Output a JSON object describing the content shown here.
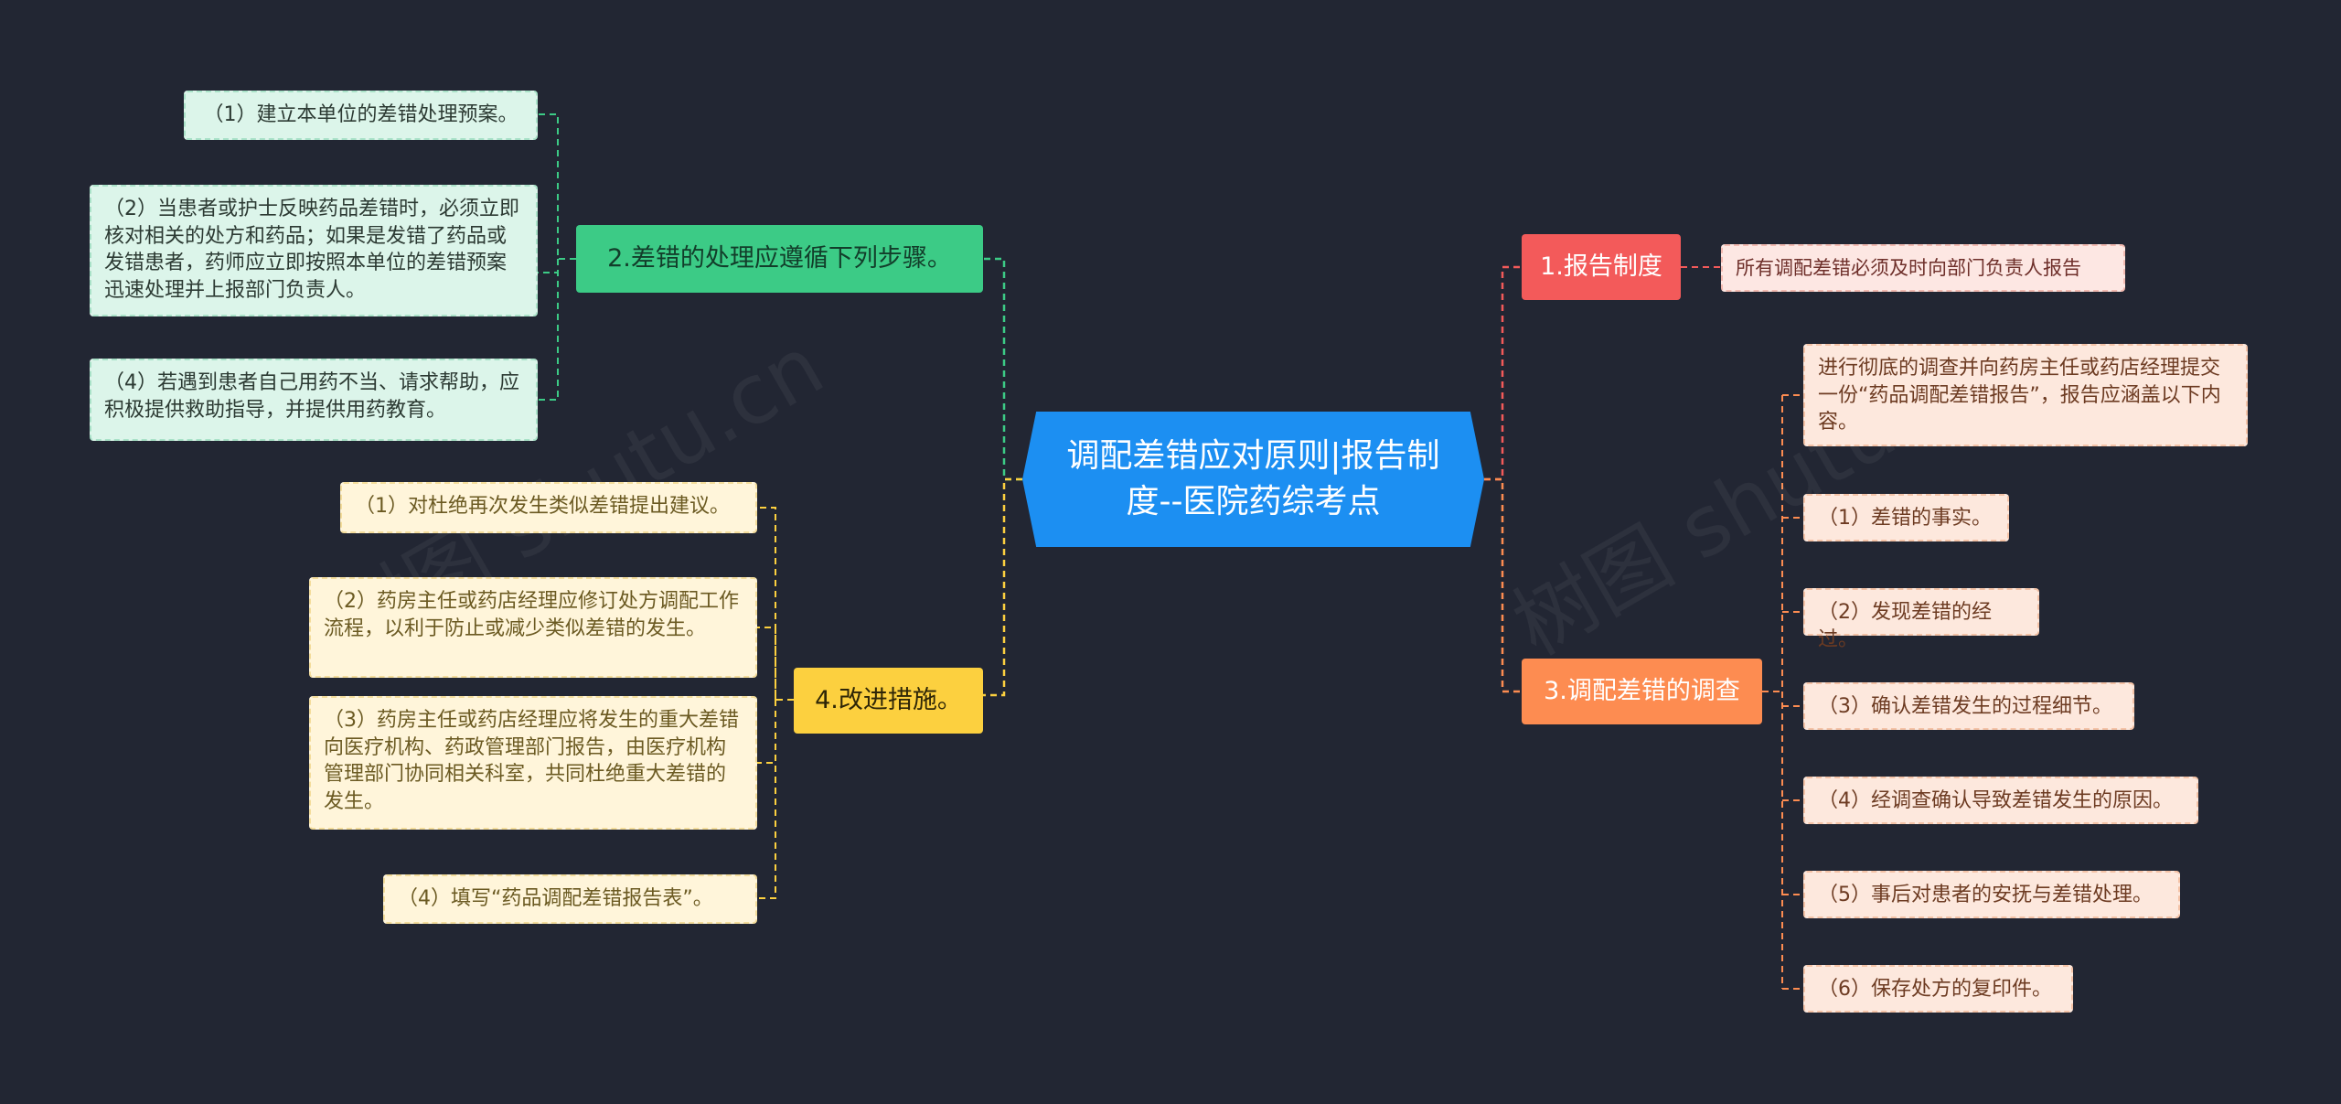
{
  "root": {
    "title": "调配差错应对原则|报告制度--医院药综考点"
  },
  "watermark": {
    "left": "树图 shutu.cn",
    "right": "树图 shutu.cn"
  },
  "colors": {
    "background": "#222633",
    "root": "#1c8ff2",
    "green": "#3ccb86",
    "yellow": "#fcd03f",
    "red": "#f35a5a",
    "orange": "#fd8c51"
  },
  "branches": {
    "b2": {
      "label": "2.差错的处理应遵循下列步骤。",
      "items": [
        "（1）建立本单位的差错处理预案。",
        "（2）当患者或护士反映药品差错时，必须立即核对相关的处方和药品；如果是发错了药品或发错患者，药师应立即按照本单位的差错预案迅速处理并上报部门负责人。",
        "（4）若遇到患者自己用药不当、请求帮助，应积极提供救助指导，并提供用药教育。"
      ]
    },
    "b4": {
      "label": "4.改进措施。",
      "items": [
        "（1）对杜绝再次发生类似差错提出建议。",
        "（2）药房主任或药店经理应修订处方调配工作流程，以利于防止或减少类似差错的发生。",
        "（3）药房主任或药店经理应将发生的重大差错向医疗机构、药政管理部门报告，由医疗机构管理部门协同相关科室，共同杜绝重大差错的发生。",
        "（4）填写“药品调配差错报告表”。"
      ]
    },
    "b1": {
      "label": "1.报告制度",
      "items": [
        "所有调配差错必须及时向部门负责人报告"
      ]
    },
    "b3": {
      "label": "3.调配差错的调查",
      "items": [
        "进行彻底的调查并向药房主任或药店经理提交一份“药品调配差错报告”，报告应涵盖以下内容。",
        "（1）差错的事实。",
        "（2）发现差错的经过。",
        "（3）确认差错发生的过程细节。",
        "（4）经调查确认导致差错发生的原因。",
        "（5）事后对患者的安抚与差错处理。",
        "（6）保存处方的复印件。"
      ]
    }
  }
}
